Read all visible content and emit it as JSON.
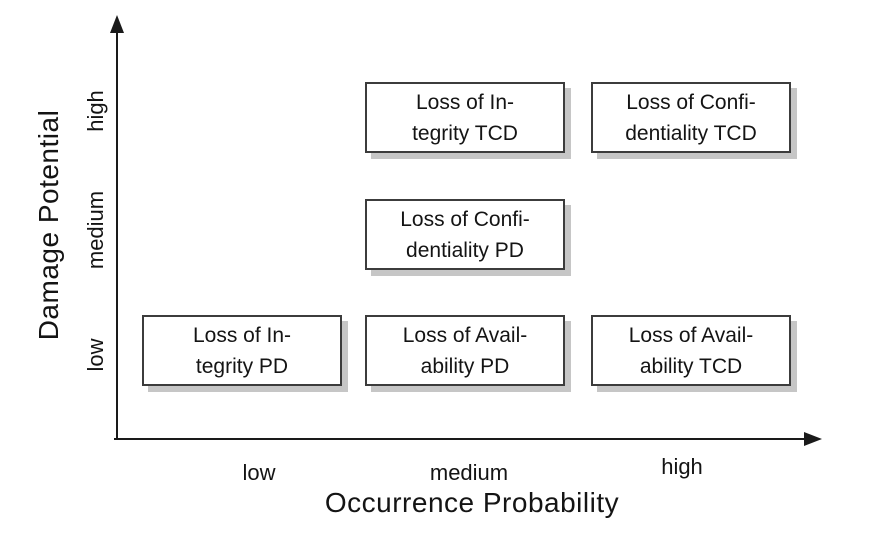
{
  "figure": {
    "background": "#ffffff",
    "axis_color": "#1a1a1a",
    "box_border_color": "#3c3c3c",
    "box_fill": "#ffffff",
    "box_shadow_color": "#c6c6c6",
    "text_color": "#141414"
  },
  "y_axis": {
    "label": "Damage Potential",
    "ticks": {
      "high": "high",
      "medium": "medium",
      "low": "low"
    }
  },
  "x_axis": {
    "label": "Occurrence Probability",
    "ticks": {
      "low": "low",
      "medium": "medium",
      "high": "high"
    }
  },
  "boxes": [
    {
      "line1": "Loss of In-",
      "line2": "tegrity TCD",
      "label": "Loss of Integrity TCD",
      "x": "medium",
      "y": "high"
    },
    {
      "line1": "Loss of Confi-",
      "line2": "dentiality TCD",
      "label": "Loss of Confidentiality TCD",
      "x": "high",
      "y": "high"
    },
    {
      "line1": "Loss of Confi-",
      "line2": "dentiality PD",
      "label": "Loss of Confidentiality PD",
      "x": "medium",
      "y": "medium"
    },
    {
      "line1": "Loss of In-",
      "line2": "tegrity PD",
      "label": "Loss of Integrity PD",
      "x": "low",
      "y": "low"
    },
    {
      "line1": "Loss of Avail-",
      "line2": "ability PD",
      "label": "Loss of Availability PD",
      "x": "medium",
      "y": "low"
    },
    {
      "line1": "Loss of Avail-",
      "line2": "ability TCD",
      "label": "Loss of Availability TCD",
      "x": "high",
      "y": "low"
    }
  ],
  "chart_data": {
    "type": "scatter",
    "title": "",
    "xlabel": "Occurrence Probability",
    "ylabel": "Damage Potential",
    "x_ticks": [
      "low",
      "medium",
      "high"
    ],
    "y_ticks": [
      "low",
      "medium",
      "high"
    ],
    "grid": false,
    "legend": false,
    "points": [
      {
        "x": "medium",
        "y": "high",
        "label": "Loss of Integrity TCD"
      },
      {
        "x": "high",
        "y": "high",
        "label": "Loss of Confidentiality TCD"
      },
      {
        "x": "medium",
        "y": "medium",
        "label": "Loss of Confidentiality PD"
      },
      {
        "x": "low",
        "y": "low",
        "label": "Loss of Integrity PD"
      },
      {
        "x": "medium",
        "y": "low",
        "label": "Loss of Availability PD"
      },
      {
        "x": "high",
        "y": "low",
        "label": "Loss of Availability TCD"
      }
    ]
  }
}
